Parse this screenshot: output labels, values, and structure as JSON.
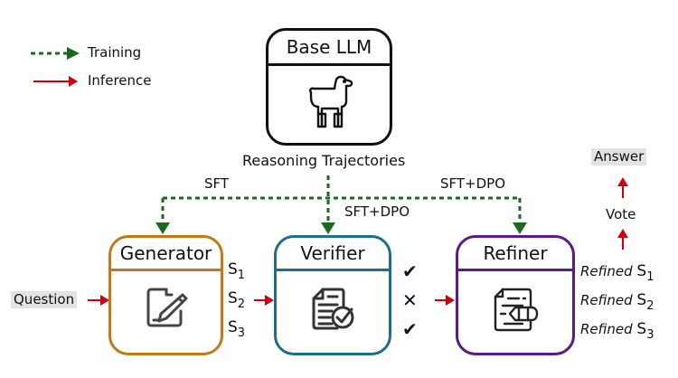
{
  "legend": {
    "training_label": "Training",
    "inference_label": "Inference",
    "training_color": "#1a6b1a",
    "inference_color": "#cc0011"
  },
  "base_llm": {
    "title": "Base LLM",
    "icon": "llama-icon",
    "caption": "Reasoning Trajectories"
  },
  "training_edges": {
    "generator_label": "SFT",
    "verifier_label": "SFT+DPO",
    "refiner_label": "SFT+DPO"
  },
  "input": {
    "label": "Question"
  },
  "generator": {
    "title": "Generator",
    "icon": "edit-document-icon",
    "color": "#c07a1c",
    "outputs": [
      {
        "base": "S",
        "sub": "1"
      },
      {
        "base": "S",
        "sub": "2"
      },
      {
        "base": "S",
        "sub": "3"
      }
    ]
  },
  "verifier": {
    "title": "Verifier",
    "icon": "document-check-icon",
    "color": "#1e6e87",
    "verdicts": [
      "✔",
      "✕",
      "✔"
    ]
  },
  "refiner": {
    "title": "Refiner",
    "icon": "document-pencil-icon",
    "color": "#5a1a8a",
    "outputs": [
      {
        "prefix": "Refined",
        "base": "S",
        "sub": "1"
      },
      {
        "prefix": "Refined",
        "base": "S",
        "sub": "2"
      },
      {
        "prefix": "Refined",
        "base": "S",
        "sub": "3"
      }
    ]
  },
  "vote": {
    "label": "Vote"
  },
  "answer": {
    "label": "Answer"
  }
}
